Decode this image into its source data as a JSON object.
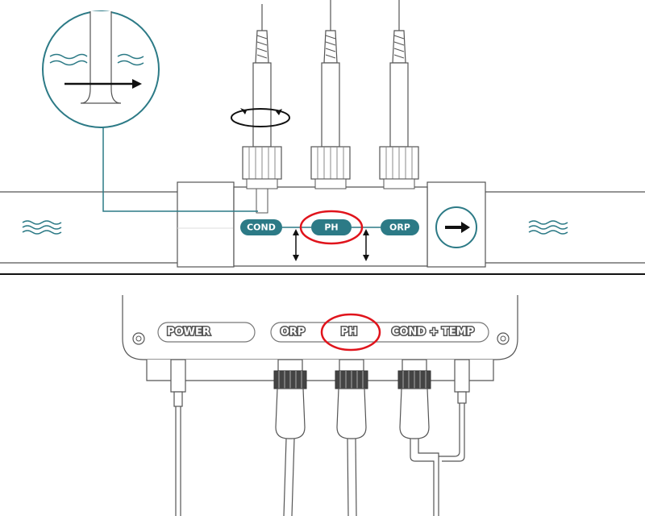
{
  "diagram": {
    "accent_teal": "#2c7a86",
    "highlight_red": "#e0141c",
    "line_color": "#333333",
    "pipe_sensors": {
      "cond_label": "COND",
      "ph_label": "PH",
      "orp_label": "ORP"
    },
    "flow_icons": [
      "water-wave-icon",
      "arrow-right-icon",
      "rotate-arrows-icon",
      "up-down-arrow-icon"
    ],
    "controller_panel": {
      "power_label": "POWER",
      "orp_label": "ORP",
      "ph_label": "PH",
      "cond_temp_label": "COND + TEMP"
    }
  }
}
